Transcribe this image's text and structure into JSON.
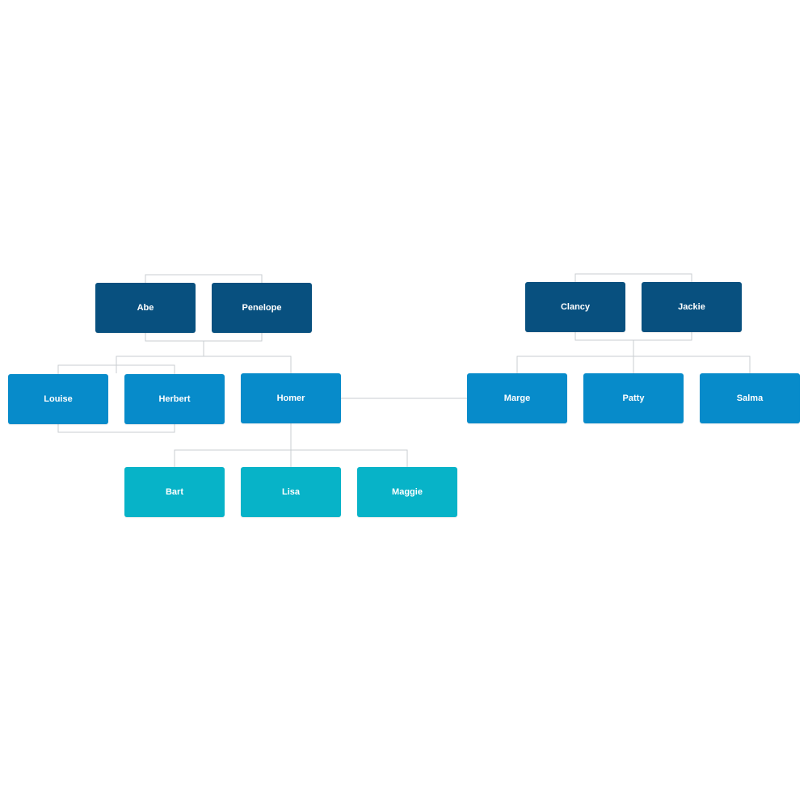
{
  "colors": {
    "grandparent": "#08507f",
    "parent": "#078bca",
    "child": "#07b3c8",
    "connector": "#c9cdd1"
  },
  "people": {
    "abe": "Abe",
    "penelope": "Penelope",
    "clancy": "Clancy",
    "jackie": "Jackie",
    "louise": "Louise",
    "herbert": "Herbert",
    "homer": "Homer",
    "marge": "Marge",
    "patty": "Patty",
    "selma": "Salma",
    "bart": "Bart",
    "lisa": "Lisa",
    "maggie": "Maggie"
  }
}
